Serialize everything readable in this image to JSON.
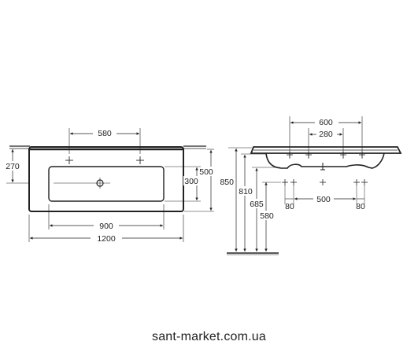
{
  "watermark": "sant-market.com.ua",
  "front_view": {
    "dims": {
      "hole_spacing": "580",
      "overall_width": "1200",
      "basin_width": "900",
      "side_height": "270",
      "depth": "500",
      "basin_depth": "300"
    }
  },
  "side_view": {
    "dims": {
      "top_spacing": "600",
      "inner_spacing": "280",
      "h850": "850",
      "h810": "810",
      "h685": "685",
      "h580": "580",
      "left_offset": "80",
      "center_spacing": "500",
      "right_offset": "80"
    }
  }
}
